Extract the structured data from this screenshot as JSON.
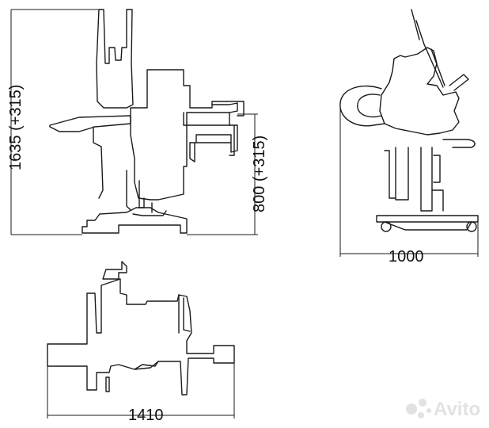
{
  "dimensions": {
    "height_total": "1635 (+315)",
    "height_seat": "800 (+315)",
    "depth": "1000",
    "width": "1410"
  },
  "watermark": {
    "text": "Avito"
  },
  "colors": {
    "line": "#1a1a1a",
    "watermark": "#e2e2e2",
    "background": "#ffffff"
  }
}
